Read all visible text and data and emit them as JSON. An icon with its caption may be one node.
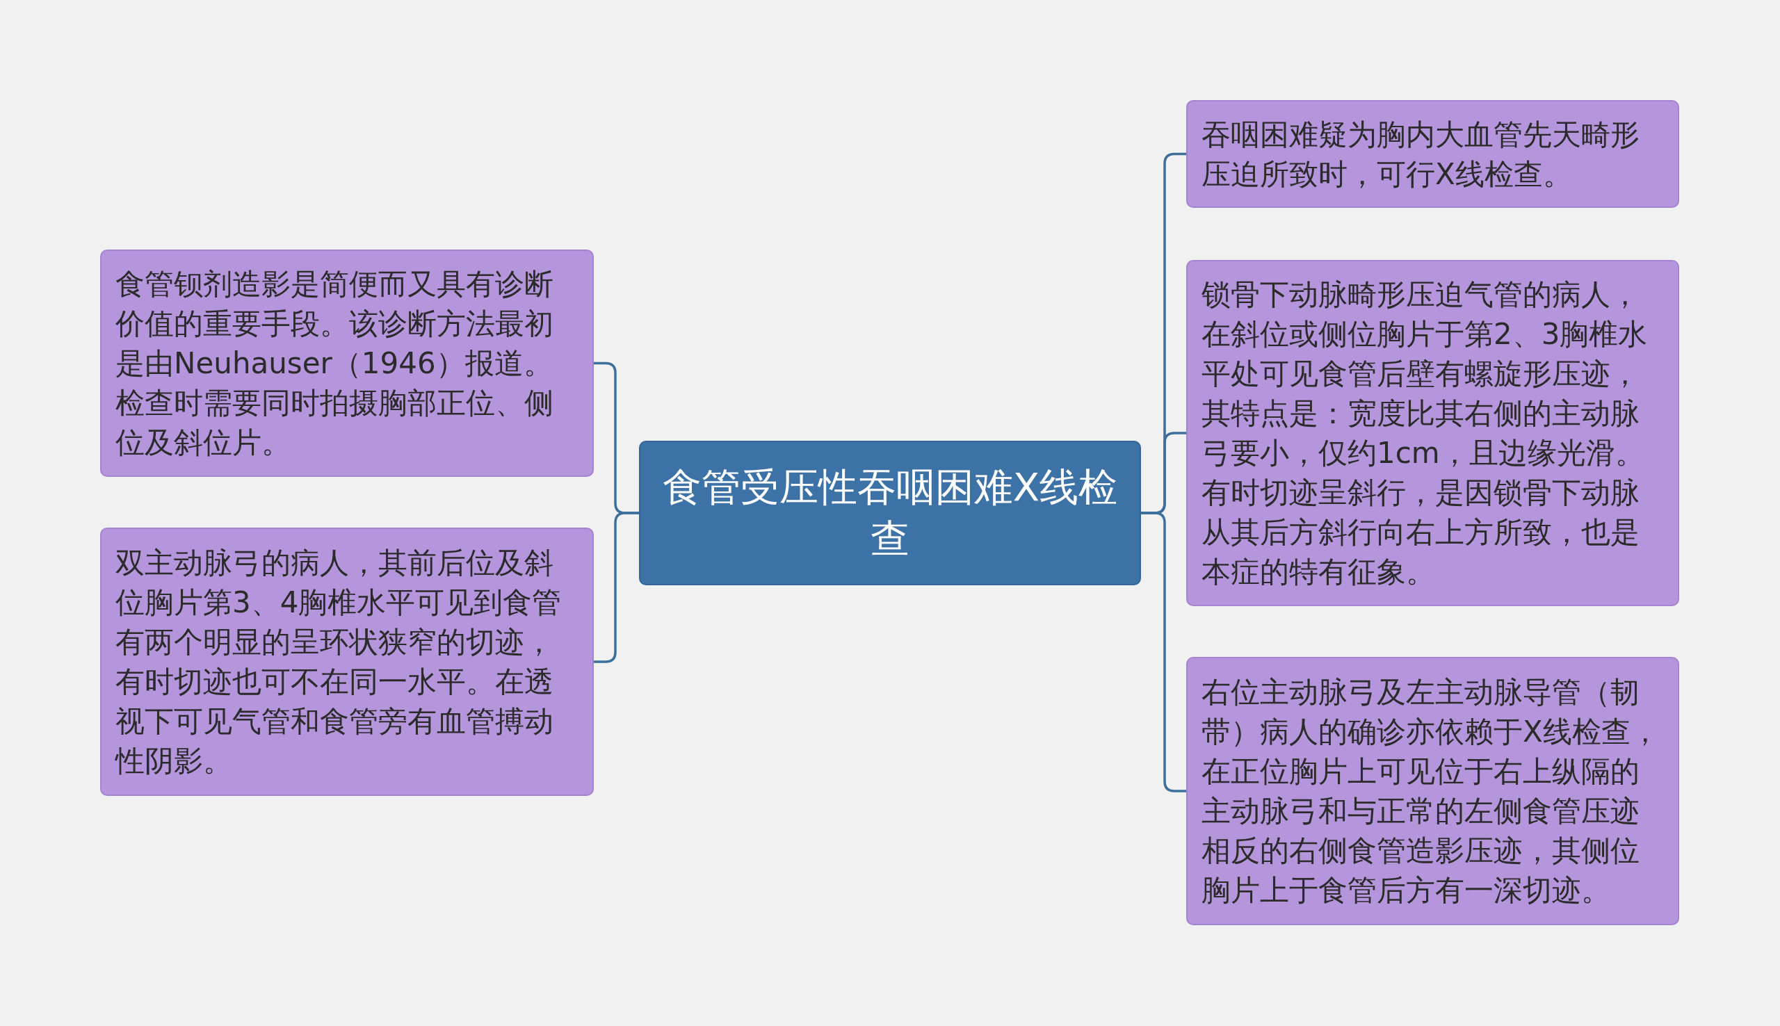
{
  "diagram": {
    "nodes": [
      {
        "text": [
          "食管受压性吞咽困难X线检查"
        ]
      },
      {
        "text": [
          "食管钡剂造影是简便而又具有诊断价值的重要手段。该诊断方法最初是由Neuhauser（1946）报道。检查时需要同时拍摄胸部正位、侧位及斜位片。"
        ]
      },
      {
        "text": [
          "双主动脉弓的病人，其前后位及斜位胸片第3、4胸椎水平可见到食管有两个明显的呈环状狭窄的切迹，有时切迹也可不在同一水平。在透视下可见气管和食管旁有血管搏动性阴影。"
        ]
      },
      {
        "text": [
          "吞咽困难疑为胸内大血管先天畸形压迫所致时，可行X线检查。"
        ]
      },
      {
        "text": [
          "锁骨下动脉畸形压迫气管的病人，在斜位或侧位胸片于第2、3胸椎水平处可见食管后壁有螺旋形压迹，其特点是：宽度比其右侧的主动脉弓要小，仅约1cm，且边缘光滑。有时切迹呈斜行，是因锁骨下动脉从其后方斜行向右上方所致，也是本症的特有征象。"
        ]
      },
      {
        "text": [
          "右位主动脉弓及左主动脉导管（韧带）病人的确诊亦依赖于X线检查，在正位胸片上可见位于右上纵隔的主动脉弓和与正常的左侧食管压迹相反的右侧食管造影压迹，其侧位胸片上于食管后方有一深切迹。"
        ]
      }
    ],
    "edges": [
      {
        "from": 0,
        "to": 1,
        "arrow": "none"
      },
      {
        "from": 0,
        "to": 2,
        "arrow": "none"
      },
      {
        "from": 0,
        "to": 3,
        "arrow": "none"
      },
      {
        "from": 0,
        "to": 4,
        "arrow": "none"
      },
      {
        "from": 0,
        "to": 5,
        "arrow": "none"
      }
    ]
  }
}
